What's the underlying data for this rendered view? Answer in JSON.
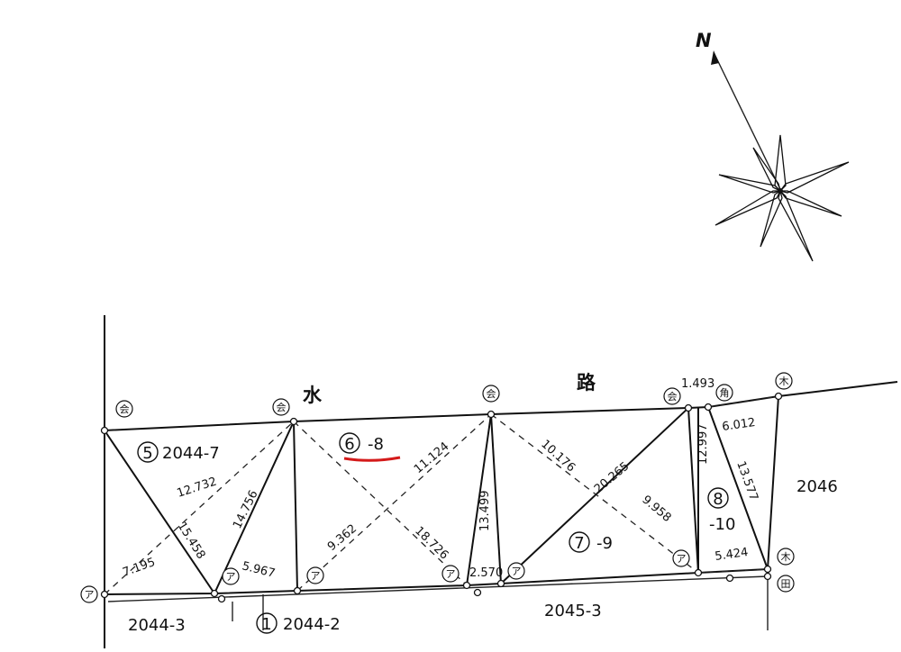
{
  "water_channel": {
    "char1": "水",
    "char2": "路"
  },
  "north_label": "N",
  "lots": {
    "lot5": {
      "num": "5",
      "text": "2044-7"
    },
    "lot6": {
      "num": "6",
      "text": "-8"
    },
    "lot7": {
      "num": "7",
      "text": "-9"
    },
    "lot8": {
      "num": "8",
      "text": "-10"
    },
    "lot1": {
      "num": "1",
      "text": "2044-2"
    },
    "lot_2046": "2046",
    "lot_2044_3": "2044-3",
    "lot_2045_3": "2045-3"
  },
  "measurements": {
    "m1493": "1.493",
    "m6012": "6.012",
    "m12997": "12.997",
    "m13577": "13.577",
    "m12732": "12.732",
    "m15458": "15.458",
    "m14756": "14.756",
    "m7195": "7.195",
    "m5967": "5.967",
    "m9362": "9.362",
    "m11124": "11.124",
    "m18726": "18.726",
    "m13499": "13.499",
    "m2570": "2.570",
    "m10176": "10.176",
    "m20265": "20.265",
    "m9958": "9.958",
    "m5424": "5.424"
  },
  "point_markers": {
    "p_top1": "会",
    "p_top2": "会",
    "p_top3": "会",
    "p_top4": "会",
    "p_top5": "角",
    "p_top6": "木",
    "p_bot1": "ア",
    "p_bot2": "ア",
    "p_bot3": "ア",
    "p_bot4": "ア",
    "p_bot5": "ア",
    "p_bot6": "ア",
    "p_r1": "木",
    "p_r2": "田"
  },
  "colors": {
    "highlight": "#d41a1a",
    "ink": "#111111"
  }
}
